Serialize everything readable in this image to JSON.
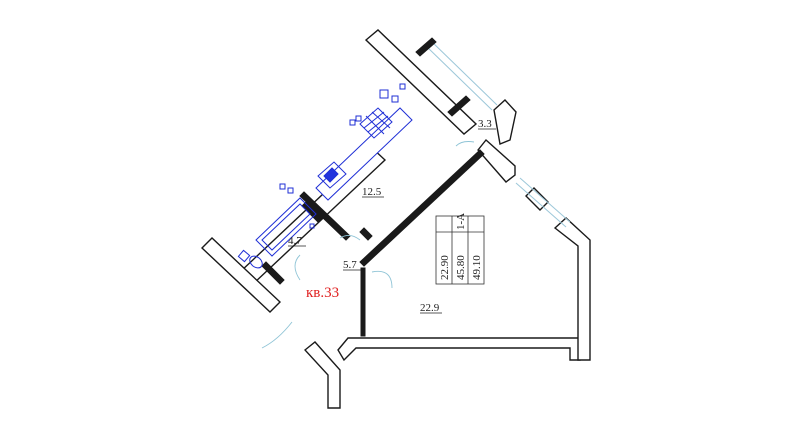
{
  "apartment": {
    "label": "кв.33",
    "color": "#e02020"
  },
  "rooms": [
    {
      "id": "balcony",
      "area": "3.3"
    },
    {
      "id": "kitchen",
      "area": "12.5"
    },
    {
      "id": "bathroom",
      "area": "4.7"
    },
    {
      "id": "hall",
      "area": "5.7"
    },
    {
      "id": "living",
      "area": "22.9"
    }
  ],
  "area_table": {
    "rows": [
      "22.90",
      "45.80",
      "49.10"
    ],
    "type_label": "1-А"
  },
  "colors": {
    "walls": "#1a1a1a",
    "fixtures": "#1f2fd6",
    "glazing": "#9cc7d9"
  }
}
